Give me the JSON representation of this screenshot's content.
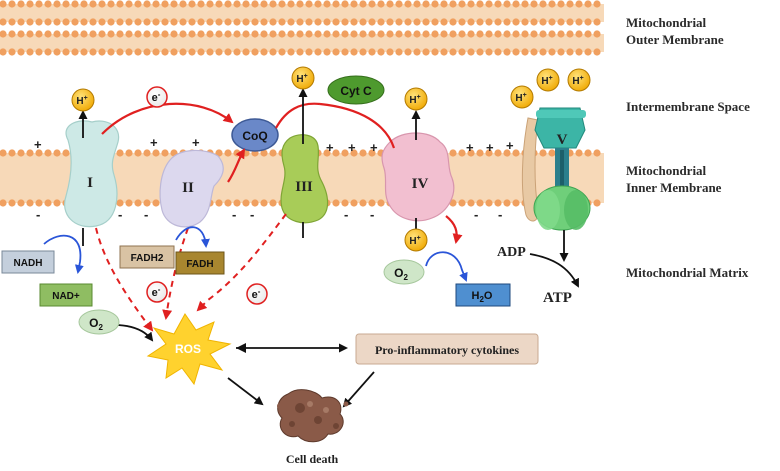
{
  "labels": {
    "outer_membrane_line1": "Mitochondrial",
    "outer_membrane_line2": "Outer Membrane",
    "intermembrane_space": "Intermembrane Space",
    "inner_membrane_line1": "Mitochondrial",
    "inner_membrane_line2": "Inner Membrane",
    "matrix": "Mitochondrial Matrix"
  },
  "complexes": {
    "I": "I",
    "II": "II",
    "III": "III",
    "IV": "IV",
    "V": "V"
  },
  "carriers": {
    "coq": "CoQ",
    "cytc": "Cyt C"
  },
  "ions": {
    "proton": "H",
    "proton_sup": "+",
    "electron": "e",
    "electron_sup": "-"
  },
  "charges": {
    "plus": "+",
    "minus": "-"
  },
  "substrates": {
    "nadh": "NADH",
    "nad_plus": "NAD+",
    "fadh2": "FADH2",
    "fadh": "FADH",
    "o2": "O",
    "o2_sub": "2",
    "h2o_h": "H",
    "h2o_sub": "2",
    "h2o_o": "O",
    "adp": "ADP",
    "atp": "ATP"
  },
  "outcomes": {
    "ros": "ROS",
    "cytokines": "Pro-inflammatory cytokines",
    "cell_death": "Cell death"
  },
  "colors": {
    "membrane_dot": "#f0a060",
    "membrane_tail": "#f7d9b8",
    "proton_fill": "#f4b400",
    "red_arrow": "#e02020",
    "blue_arrow": "#2a55d8",
    "complex_I": "#cde9e6",
    "complex_II": "#dcd8ee",
    "complex_III": "#a8cc58",
    "complex_IV": "#f2bfd0",
    "complex_V": "#3cb5a6",
    "coq": "#5a78b8",
    "cytc": "#4e9a2e",
    "ros": "#ffd22e",
    "cell_death": "#8a5a48"
  }
}
